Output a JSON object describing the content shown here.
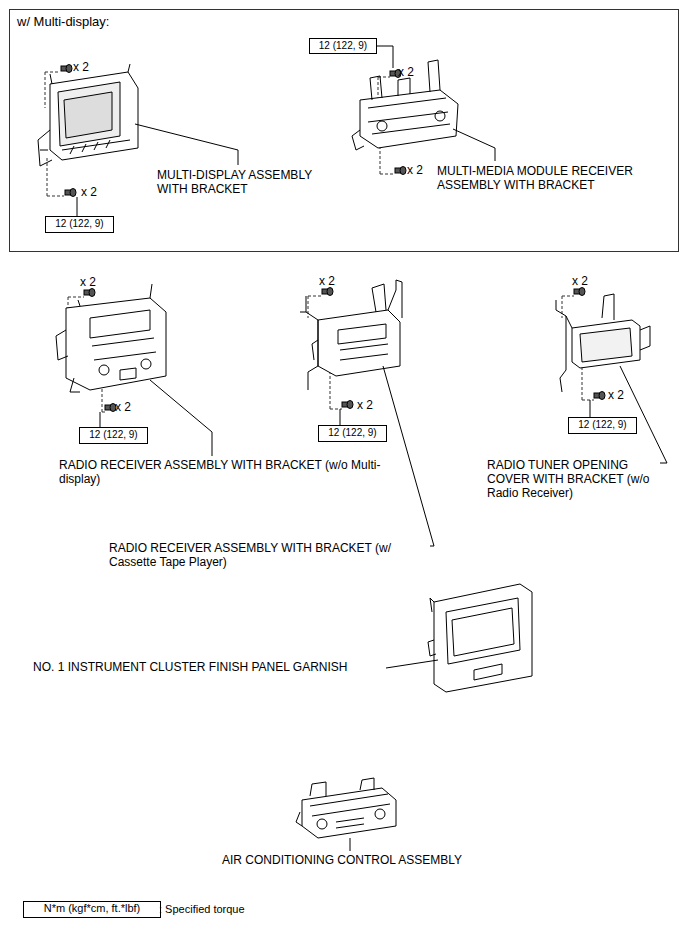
{
  "diagram": {
    "nodes": [
      {
        "text": [
          "w/ Multi-display:"
        ]
      },
      {
        "text": [
          "12 (122, 9)"
        ],
        "in": 0
      },
      {
        "text": [
          "12 (122, 9)"
        ],
        "in": 0
      },
      {
        "text": [
          "12 (122, 9)"
        ]
      },
      {
        "text": [
          "12 (122, 9)"
        ]
      },
      {
        "text": [
          "12 (122, 9)"
        ]
      },
      {
        "text": [
          "N*m (kgf*cm, ft.*lbf)"
        ]
      }
    ],
    "labels": [
      "x 2",
      "x 2",
      "x 2",
      "MULTI-DISPLAY ASSEMBLY WITH BRACKET",
      "MULTI-MEDIA MODULE RECEIVER ASSEMBLY WITH BRACKET",
      "x 2",
      "x 2",
      "x 2",
      "x 2",
      "x 2",
      "x 2",
      "x 2",
      "RADIO RECEIVER ASSEMBLY WITH BRACKET (w/o Multi-display)",
      "RADIO TUNER OPENING COVER WITH BRACKET (w/o Radio Receiver)",
      "RADIO RECEIVER ASSEMBLY WITH BRACKET (w/ Cassette Tape Player)",
      "NO. 1 INSTRUMENT CLUSTER FINISH PANEL GARNISH",
      "AIR CONDITIONING CONTROL ASSEMBLY"
    ],
    "legend": [
      {
        "text": ": Specified torque"
      }
    ]
  }
}
